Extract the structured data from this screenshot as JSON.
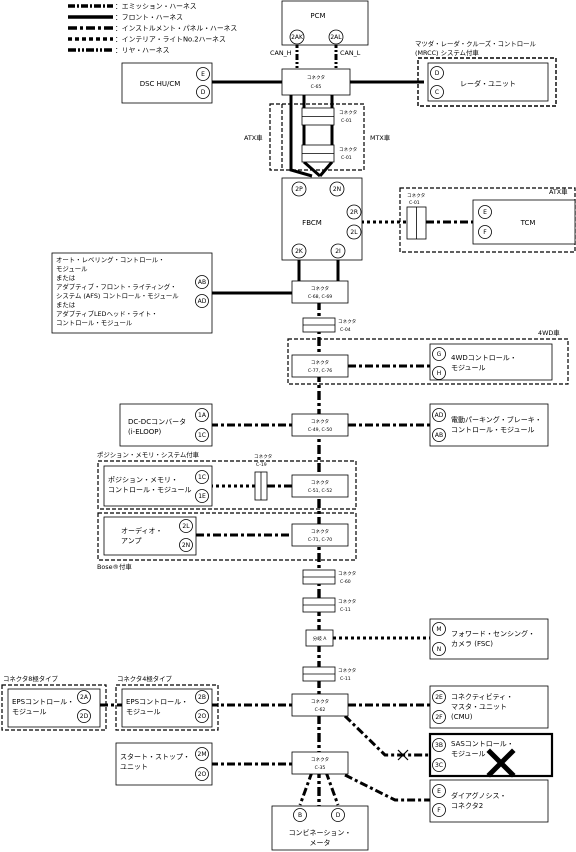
{
  "legend": [
    {
      "label": "：エミッション・ハーネス",
      "style": "emission"
    },
    {
      "label": "：フロント・ハーネス",
      "style": "front"
    },
    {
      "label": "：インストルメント・パネル・ハーネス",
      "style": "instrument"
    },
    {
      "label": "：インテリア・ライトNo.2ハーネス",
      "style": "interior"
    },
    {
      "label": "：リヤ・ハーネス",
      "style": "rear"
    }
  ],
  "pcm": {
    "title": "PCM",
    "pin_left": "2AK",
    "pin_right": "2AL",
    "can_h": "CAN_H",
    "can_l": "CAN_L"
  },
  "dsc": {
    "title": "DSC HU/CM",
    "pin1": "E",
    "pin2": "D"
  },
  "mrcc": {
    "note_line1": "マツダ・レーダ・クルーズ・コントロール",
    "note_line2": "(MRCC) システム付車",
    "title": "レーダ・ユニット",
    "pin1": "D",
    "pin2": "C"
  },
  "connectors": {
    "c65": {
      "line1": "コネクタ",
      "line2": "C-65"
    },
    "c01a": {
      "line1": "コネクタ",
      "line2": "C-01"
    },
    "c01b": {
      "line1": "コネクタ",
      "line2": "C-01"
    },
    "c01tcm": {
      "line1": "コネクタ",
      "line2": "C-01"
    },
    "c6869": {
      "line1": "コネクタ",
      "line2": "C-68, C-69"
    },
    "c04": {
      "line1": "コネクタ",
      "line2": "C-04"
    },
    "c7776": {
      "line1": "コネクタ",
      "line2": "C-77, C-76"
    },
    "c4950": {
      "line1": "コネクタ",
      "line2": "C-49, C-50"
    },
    "c19": {
      "line1": "コネクタ",
      "line2": "C-19"
    },
    "c5152": {
      "line1": "コネクタ",
      "line2": "C-51, C-52"
    },
    "c7170": {
      "line1": "コネクタ",
      "line2": "C-71, C-70"
    },
    "c60": {
      "line1": "コネクタ",
      "line2": "C-60"
    },
    "c11a": {
      "line1": "コネクタ",
      "line2": "C-11"
    },
    "c11b": {
      "line1": "コネクタ",
      "line2": "C-11"
    },
    "c62": {
      "line1": "コネクタ",
      "line2": "C-62"
    },
    "c35": {
      "line1": "コネクタ",
      "line2": "C-35"
    }
  },
  "labels": {
    "atx_left": "ATX車",
    "mtx": "MTX車",
    "atx_right": "ATX車",
    "wd4": "4WD車",
    "memory": "ポジション・メモリ・システム付車",
    "bose": "Bose®付車",
    "type8": "コネクタ8極タイプ",
    "type4": "コネクタ4極タイプ"
  },
  "fbcm": {
    "title": "FBCM",
    "pin_2p": "2P",
    "pin_2n": "2N",
    "pin_2r": "2R",
    "pin_2l": "2L",
    "pin_2k": "2K",
    "pin_2i": "2I"
  },
  "tcm": {
    "title": "TCM",
    "pin1": "E",
    "pin2": "F"
  },
  "leveling": {
    "lines": [
      "オート・レベリング・コントロール・",
      "モジュール",
      "または",
      "アダプティブ・フロント・ライティング・",
      "システム (AFS) コントロール・モジュール",
      "または",
      "アダプティブLEDヘッド・ライト・",
      "コントロール・モジュール"
    ],
    "pin1": "AB",
    "pin2": "AD"
  },
  "awd": {
    "line1": "4WDコントロール・",
    "line2": "モジュール",
    "pin1": "G",
    "pin2": "H"
  },
  "dcdc": {
    "line1": "DC-DCコンバータ",
    "line2": "(i-ELOOP)",
    "pin1": "1A",
    "pin2": "1C"
  },
  "epb": {
    "line1": "電動パーキング・ブレーキ・",
    "line2": "コントロール・モジュール",
    "pin1": "AD",
    "pin2": "AB"
  },
  "posmem": {
    "line1": "ポジション・メモリ・",
    "line2": "コントロール・モジュール",
    "pin1": "1C",
    "pin2": "1E"
  },
  "audio": {
    "line1": "オーディオ・",
    "line2": "アンプ",
    "pin1": "2L",
    "pin2": "2N"
  },
  "branch": {
    "label": "分岐 A"
  },
  "fsc": {
    "line1": "フォワード・センシング・",
    "line2": "カメラ (FSC)",
    "pin1": "M",
    "pin2": "N"
  },
  "eps8": {
    "line1": "EPSコントロール・",
    "line2": "モジュール",
    "pin1": "2A",
    "pin2": "2D"
  },
  "eps4": {
    "line1": "EPSコントロール・",
    "line2": "モジュール",
    "pin1": "2B",
    "pin2": "2O"
  },
  "cmu": {
    "line1": "コネクティビティ・",
    "line2": "マスタ・ユニット",
    "line3": "(CMU)",
    "pin1": "2E",
    "pin2": "2F"
  },
  "sas": {
    "line1": "SASコントロール・",
    "line2": "モジュール",
    "pin1": "3B",
    "pin2": "3C"
  },
  "startstop": {
    "line1": "スタート・ストップ・",
    "line2": "ユニット",
    "pin1": "2M",
    "pin2": "2O"
  },
  "diag": {
    "line1": "ダイアグノシス・",
    "line2": "コネクタ2",
    "pin1": "E",
    "pin2": "F"
  },
  "meter": {
    "line1": "コンビネーション・",
    "line2": "メータ",
    "pin1": "B",
    "pin2": "D"
  }
}
